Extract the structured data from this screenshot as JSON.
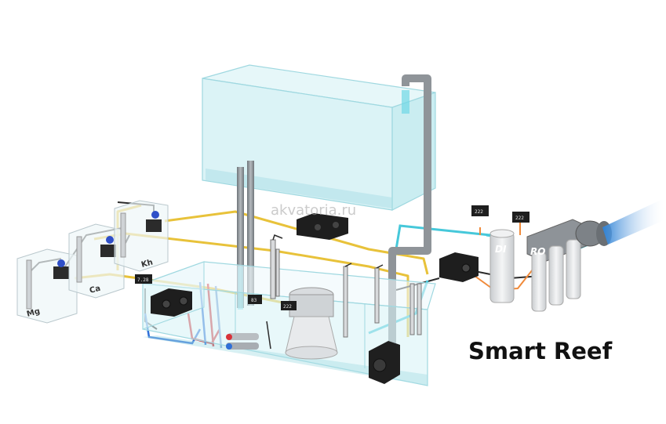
{
  "title": "Smart Reef",
  "watermark": "akvatoria.ru",
  "dosing_containers": [
    {
      "label": "Mg"
    },
    {
      "label": "Ca"
    },
    {
      "label": "Kh"
    }
  ],
  "filter_labels": {
    "di": "DI",
    "ro": "RO"
  },
  "displays": {
    "controller": "7.28",
    "sump_a": "83",
    "sump_b": "222",
    "top_off_a": "222",
    "top_off_b": "222"
  },
  "colors": {
    "water": "#cfeff3",
    "glass_edge": "#9fd8e0",
    "yellow_cable": "#e8c23a",
    "black_cable": "#2b2b2b",
    "cyan_tube": "#46c8da",
    "orange_cable": "#f08a3a",
    "red_tube": "#d8323a",
    "blue_tube": "#2f6fd8",
    "pipe_gray": "#8f9499",
    "inlet_blue": "#4aa8e8"
  }
}
